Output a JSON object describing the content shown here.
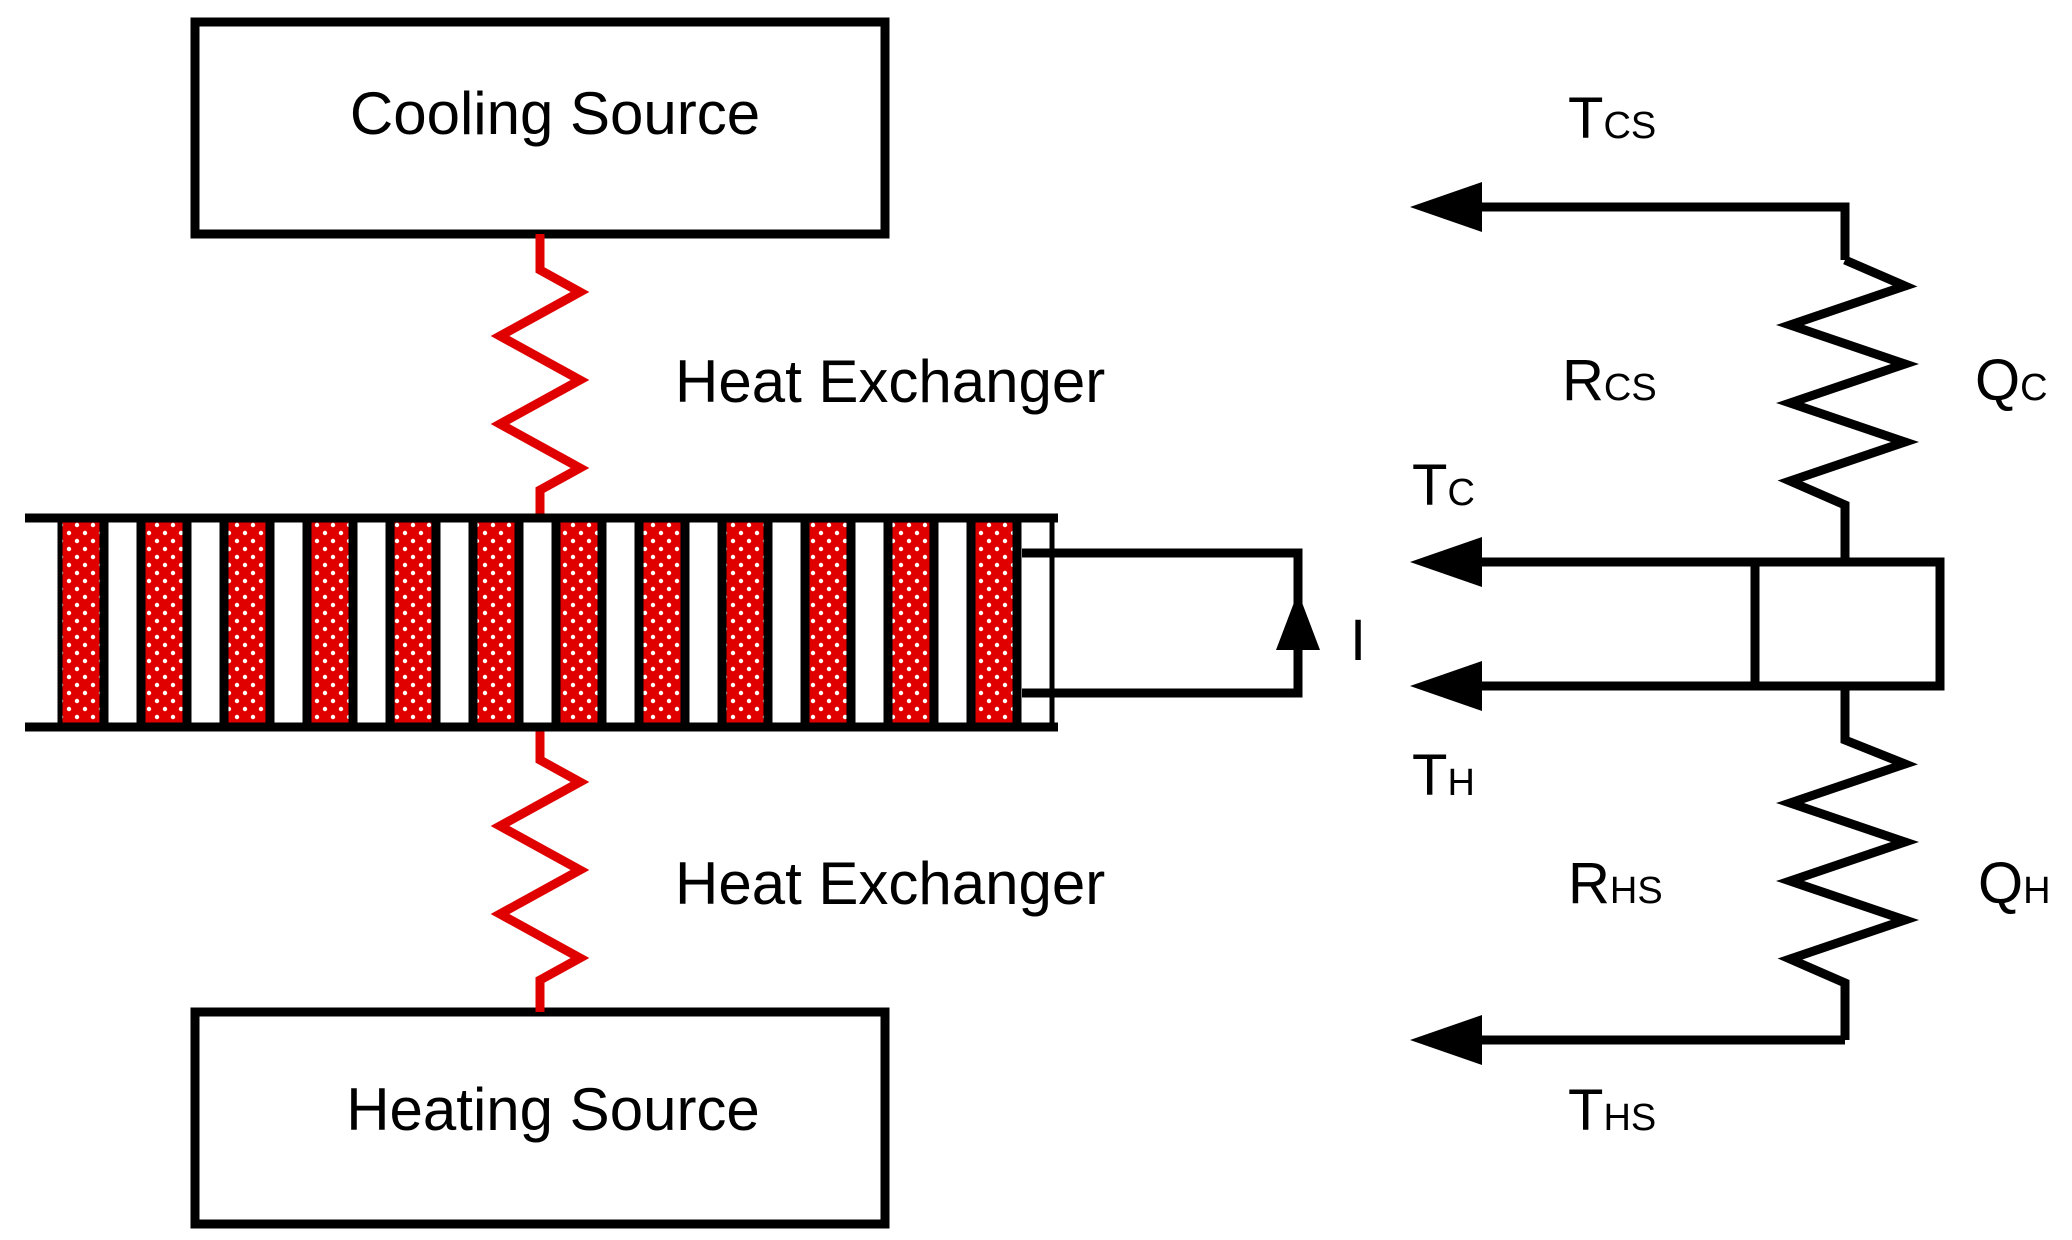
{
  "colors": {
    "stroke": "#000000",
    "accent": "#e00000",
    "dots": "#ffffff",
    "background": "#ffffff"
  },
  "cooling_source": {
    "label": "Cooling Source"
  },
  "heating_source": {
    "label": "Heating Source"
  },
  "heat_exchanger_top": {
    "label": "Heat Exchanger"
  },
  "heat_exchanger_bottom": {
    "label": "Heat Exchanger"
  },
  "current": {
    "label": "I"
  },
  "symbols": {
    "t_cs": {
      "base": "T",
      "sub": "CS"
    },
    "r_cs": {
      "base": "R",
      "sub": "CS"
    },
    "q_c": {
      "base": "Q",
      "sub": "C"
    },
    "t_c": {
      "base": "T",
      "sub": "C"
    },
    "t_h": {
      "base": "T",
      "sub": "H"
    },
    "r_hs": {
      "base": "R",
      "sub": "HS"
    },
    "q_h": {
      "base": "Q",
      "sub": "H"
    },
    "t_hs": {
      "base": "T",
      "sub": "HS"
    }
  },
  "module": {
    "red_legs": 12,
    "white_legs": 12
  }
}
